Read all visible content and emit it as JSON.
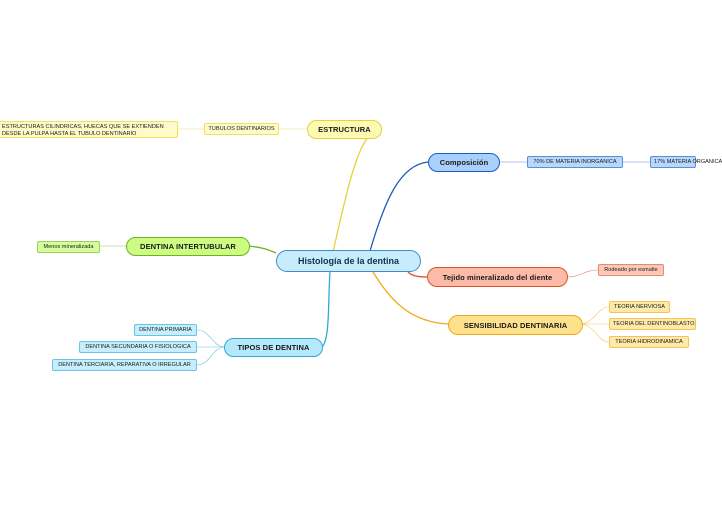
{
  "root": {
    "label": "Histología de la dentina"
  },
  "topics": {
    "estructura": {
      "label": "ESTRUCTURA",
      "color": "#e6d23a",
      "fill": "#fdfab4"
    },
    "tubulos": {
      "label": "TUBULOS DENTINARIOS"
    },
    "tubulos_desc": {
      "label": "ESTRUCTURAS CILINDRICAS, HUECAS QUE SE EXTIENDEN DESDE LA PULPA HASTA EL TUBULO DENTINARIO"
    },
    "composicion": {
      "label": "Composición",
      "color": "#1f5bb8",
      "fill": "#a9cffc"
    },
    "inorganica": {
      "label": "70% DE MATERIA INORGANICA"
    },
    "organica": {
      "label": "17% MATERIA ORGANICA"
    },
    "intertubular": {
      "label": "DENTINA INTERTUBULAR",
      "color": "#6bb226",
      "fill": "#ccfc82"
    },
    "menos": {
      "label": "Menos mineralizada"
    },
    "tejido": {
      "label": "Tejido mineralizado del diente",
      "color": "#d9542c",
      "fill": "#fcbaa8"
    },
    "rodeado": {
      "label": "Rodeado por esmalte"
    },
    "sensibilidad": {
      "label": "SENSIBILIDAD DENTINARIA",
      "color": "#f0a91b",
      "fill": "#fde18c"
    },
    "nerviosa": {
      "label": "TEORIA NERVIOSA"
    },
    "dentinoblasto": {
      "label": "TEORIA DEL DENTINOBLASTO"
    },
    "hidrodinamica": {
      "label": "TEORIA HIDRODINAMICA"
    },
    "tipos": {
      "label": "TIPOS DE DENTINA",
      "color": "#2fa8d8",
      "fill": "#b5e8fb"
    },
    "primaria": {
      "label": "DENTINA PRIMARIA"
    },
    "secundaria": {
      "label": "DENTINA SECUNDARIA O FISIOLOGICA"
    },
    "terciaria": {
      "label": "DENTINA TERCIARIA, REPARATIVA O IRREGULAR"
    }
  }
}
